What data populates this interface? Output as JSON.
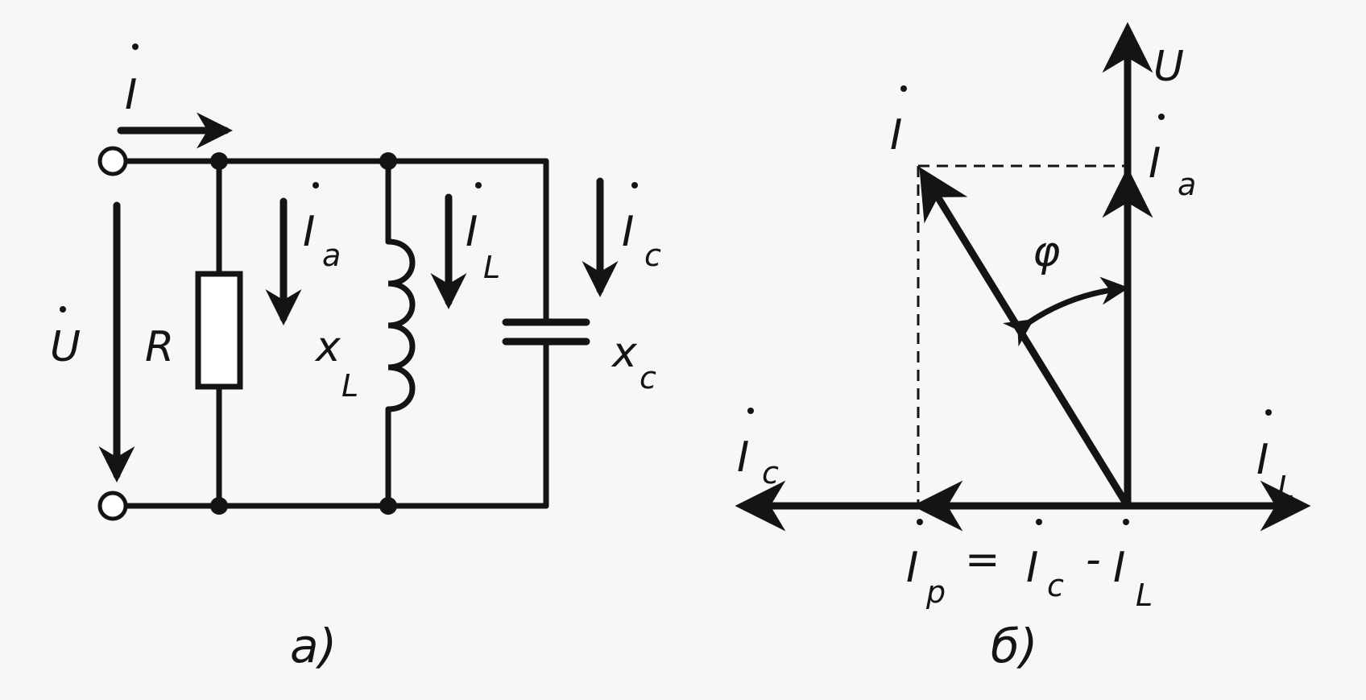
{
  "labels": {
    "circuit": {
      "current_total": "I",
      "voltage": "U",
      "resistor": "R",
      "current_active": "I",
      "current_active_sub": "a",
      "current_inductor": "I",
      "current_inductor_sub": "L",
      "current_capacitor": "I",
      "current_capacitor_sub": "c",
      "inductor_x": "x",
      "inductor_x_sub": "L",
      "capacitor_x": "x",
      "capacitor_x_sub": "c",
      "caption": "a)"
    },
    "phasor": {
      "voltage": "U",
      "current_total": "I",
      "current_active": "I",
      "current_active_sub": "a",
      "angle": "φ",
      "current_capacitor": "I",
      "current_capacitor_sub": "c",
      "current_inductor": "I",
      "current_inductor_sub": "L",
      "reactive_lhs": "I",
      "reactive_lhs_sub": "p",
      "equals": "=",
      "reactive_term1": "I",
      "reactive_term1_sub": "c",
      "minus": "-",
      "reactive_term2": "I",
      "reactive_term2_sub": "L",
      "caption": "б)"
    }
  },
  "colors": {
    "ink": "#141414",
    "paper": "#f7f7f5"
  }
}
